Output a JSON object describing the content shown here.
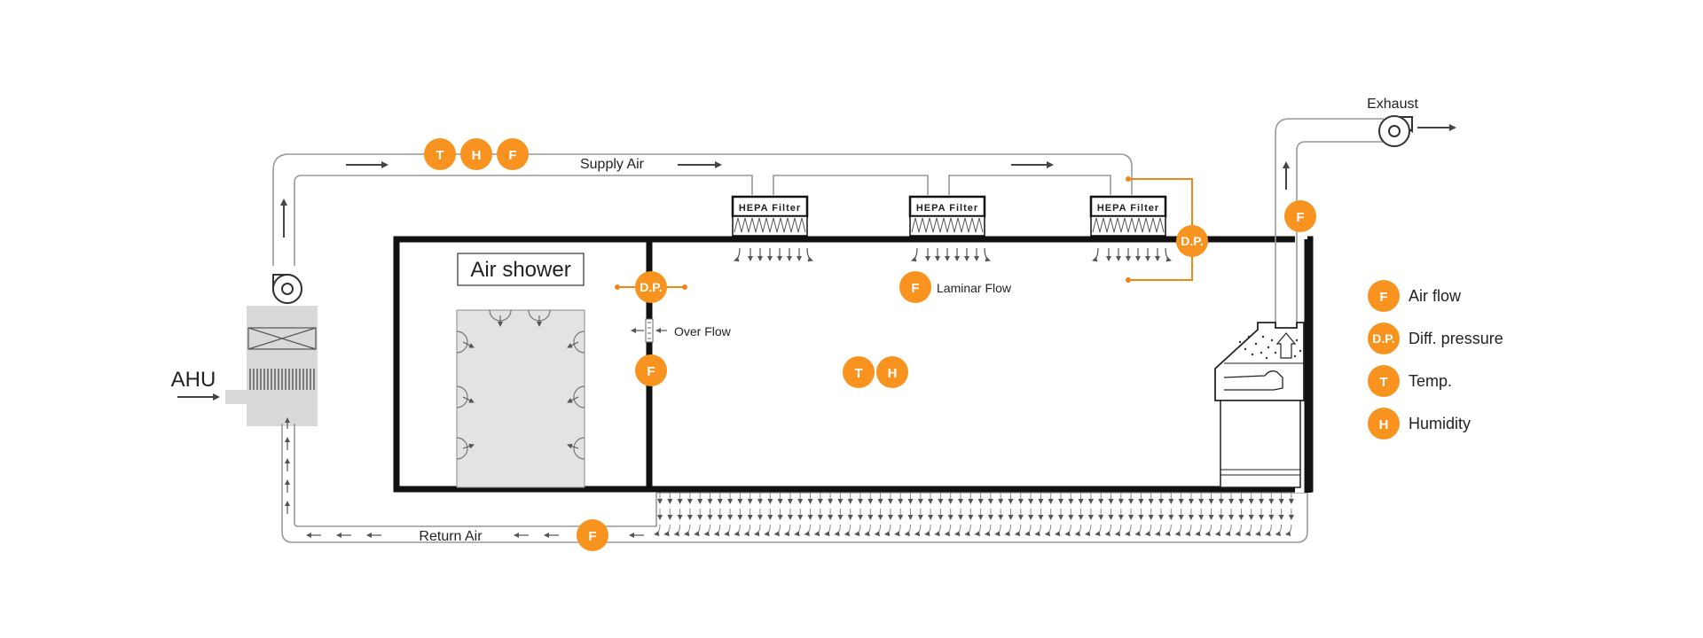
{
  "colors": {
    "sensor": "#f7931e",
    "duct": "#999999",
    "wall": "#111111",
    "orange_line": "#f08519",
    "ahu_fill": "#d9d9d9",
    "shower_fill": "#e3e3e3"
  },
  "labels": {
    "ahu": "AHU",
    "supply_air": "Supply Air",
    "return_air": "Return Air",
    "exhaust": "Exhaust",
    "air_shower": "Air shower",
    "over_flow": "Over Flow",
    "laminar_flow": "Laminar Flow",
    "hepa_filter": "HEPA Filter"
  },
  "sensors": {
    "temp": "T",
    "humidity": "H",
    "flow": "F",
    "diff_pressure": "D.P."
  },
  "legend": [
    {
      "symbol": "F",
      "label": "Air flow"
    },
    {
      "symbol": "D.P.",
      "label": "Diff. pressure"
    },
    {
      "symbol": "T",
      "label": "Temp."
    },
    {
      "symbol": "H",
      "label": "Humidity"
    }
  ]
}
